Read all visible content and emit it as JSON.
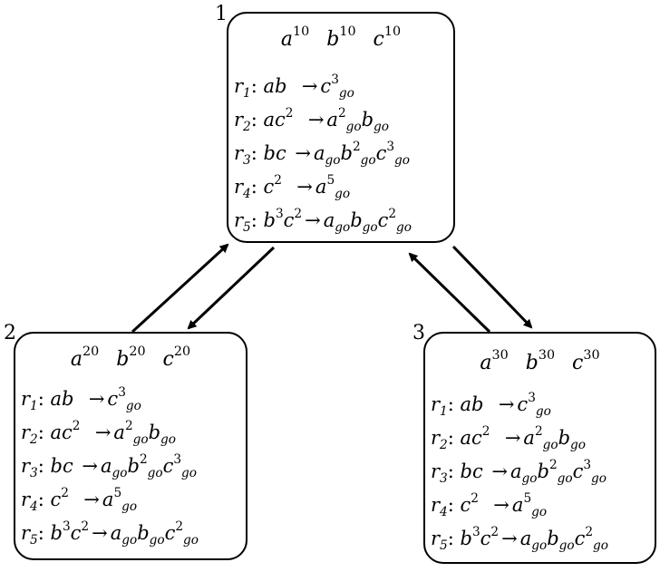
{
  "membranes": [
    {
      "label": "1",
      "objects": [
        "a",
        "10",
        "b",
        "10",
        "c",
        "10"
      ],
      "rules": [
        {
          "name": "r",
          "idx": "1",
          "lhs": "ab",
          "rhs": "c³go"
        },
        {
          "name": "r",
          "idx": "2",
          "lhs": "ac²",
          "rhs": "a²gobgo"
        },
        {
          "name": "r",
          "idx": "3",
          "lhs": "bc",
          "rhs": "agob²goc³go"
        },
        {
          "name": "r",
          "idx": "4",
          "lhs": "c²",
          "rhs": "a⁵go"
        },
        {
          "name": "r",
          "idx": "5",
          "lhs": "b³c²",
          "rhs": "agobgoc²go"
        }
      ]
    },
    {
      "label": "2",
      "objects": [
        "a",
        "20",
        "b",
        "20",
        "c",
        "20"
      ],
      "rules": [
        {
          "name": "r",
          "idx": "1",
          "lhs": "ab",
          "rhs": "c³go"
        },
        {
          "name": "r",
          "idx": "2",
          "lhs": "ac²",
          "rhs": "a²gobgo"
        },
        {
          "name": "r",
          "idx": "3",
          "lhs": "bc",
          "rhs": "agob²goc³go"
        },
        {
          "name": "r",
          "idx": "4",
          "lhs": "c²",
          "rhs": "a⁵go"
        },
        {
          "name": "r",
          "idx": "5",
          "lhs": "b³c²",
          "rhs": "agobgoc²go"
        }
      ]
    },
    {
      "label": "3",
      "objects": [
        "a",
        "30",
        "b",
        "30",
        "c",
        "30"
      ],
      "rules": [
        {
          "name": "r",
          "idx": "1",
          "lhs": "ab",
          "rhs": "c³go"
        },
        {
          "name": "r",
          "idx": "2",
          "lhs": "ac²",
          "rhs": "a²gobgo"
        },
        {
          "name": "r",
          "idx": "3",
          "lhs": "bc",
          "rhs": "agob²goc³go"
        },
        {
          "name": "r",
          "idx": "4",
          "lhs": "c²",
          "rhs": "a⁵go"
        },
        {
          "name": "r",
          "idx": "5",
          "lhs": "b³c²",
          "rhs": "agobgoc²go"
        }
      ]
    }
  ],
  "edges": [
    {
      "from": "2",
      "to": "1"
    },
    {
      "from": "1",
      "to": "2"
    },
    {
      "from": "3",
      "to": "1"
    },
    {
      "from": "1",
      "to": "3"
    }
  ],
  "colors": {
    "stroke": "#000000",
    "background": "#ffffff"
  }
}
